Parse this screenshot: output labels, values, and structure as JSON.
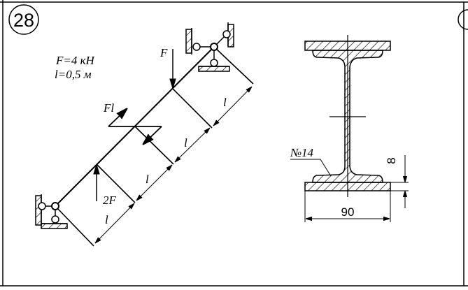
{
  "problem": {
    "number": "28"
  },
  "givens": {
    "force": "F=4 кН",
    "length": "l=0,5 м"
  },
  "beam": {
    "load_top": "F",
    "load_bottom": "2F",
    "moment": "Fl",
    "segment_labels": [
      "l",
      "l",
      "l",
      "l"
    ]
  },
  "section": {
    "profile": "№14",
    "plate_thickness": "8",
    "plate_width": "90"
  },
  "colors": {
    "ink": "#000000",
    "paper": "#ffffff"
  }
}
